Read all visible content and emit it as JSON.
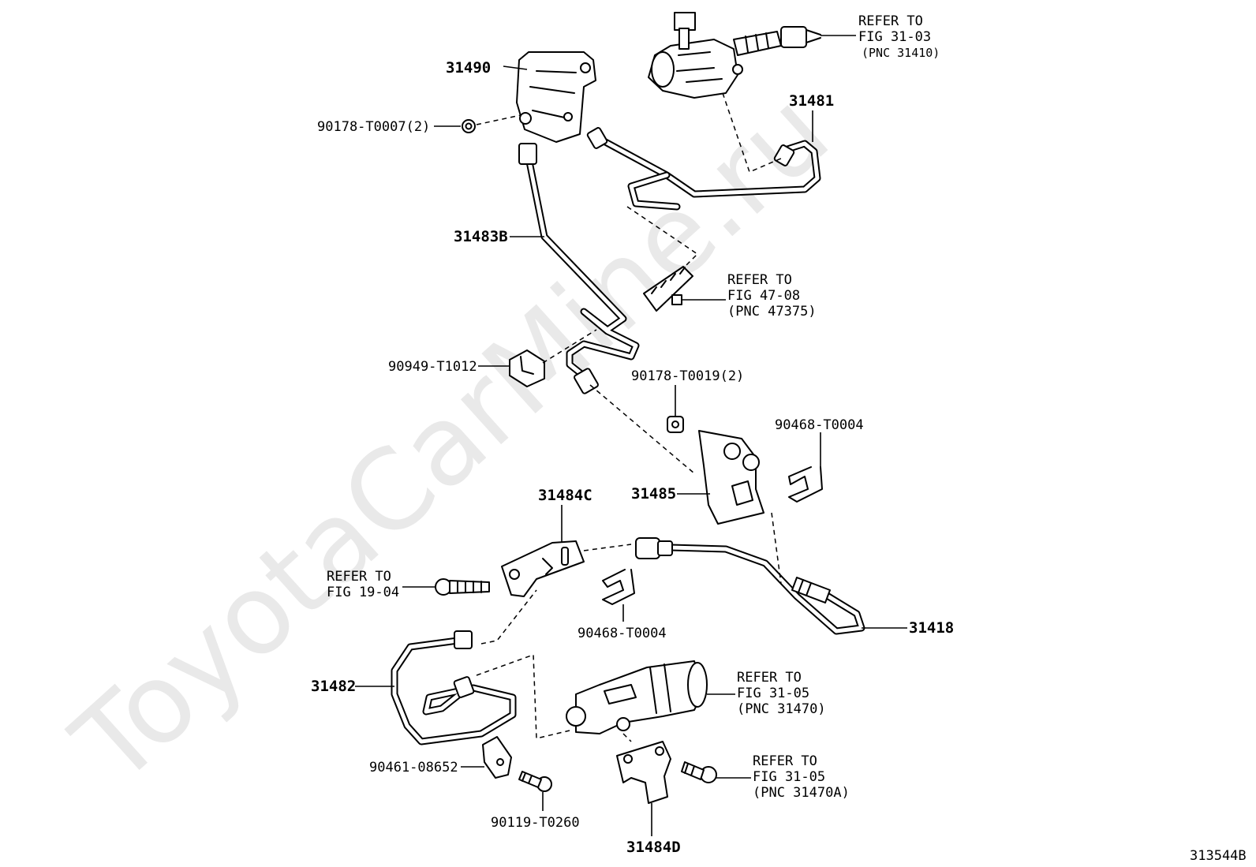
{
  "watermark": "ToyotaCarMine.ru",
  "figure_code": "313544B",
  "labels": {
    "p31490": "31490",
    "p90178_t0007": "90178-T0007(2)",
    "ref3103_l1": "REFER TO",
    "ref3103_l2": "FIG 31-03",
    "ref3103_l3": "(PNC 31410)",
    "p31481": "31481",
    "p31483b": "31483B",
    "ref4708_l1": "REFER TO",
    "ref4708_l2": "FIG 47-08",
    "ref4708_l3": "(PNC 47375)",
    "p90949_t1012": "90949-T1012",
    "p90178_t0019": "90178-T0019(2)",
    "p90468_t0004_a": "90468-T0004",
    "p31485": "31485",
    "p31484c": "31484C",
    "ref1904_l1": "REFER TO",
    "ref1904_l2": "FIG 19-04",
    "p90468_t0004_b": "90468-T0004",
    "p31418": "31418",
    "p31482": "31482",
    "ref3105_l1": "REFER TO",
    "ref3105_l2": "FIG 31-05",
    "ref3105_l3": "(PNC 31470)",
    "p90461_08652": "90461-08652",
    "p90119_t0260": "90119-T0260",
    "ref3105a_l1": "REFER TO",
    "ref3105a_l2": "FIG 31-05",
    "ref3105a_l3": "(PNC 31470A)",
    "p31484d": "31484D"
  }
}
